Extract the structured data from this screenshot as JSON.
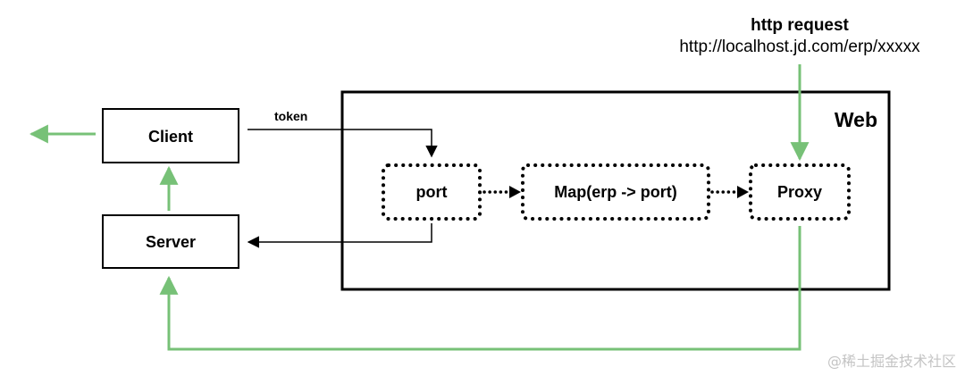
{
  "request": {
    "title": "http request",
    "url": "http://localhost.jd.com/erp/xxxxx"
  },
  "web": {
    "label": "Web"
  },
  "nodes": {
    "client": "Client",
    "server": "Server",
    "port": "port",
    "map": "Map(erp -> port)",
    "proxy": "Proxy"
  },
  "edges": {
    "token": "token"
  },
  "watermark": "@稀土掘金技术社区",
  "colors": {
    "green_flow": "#77c177",
    "black": "#000000",
    "watermark": "#c4c4c4"
  }
}
